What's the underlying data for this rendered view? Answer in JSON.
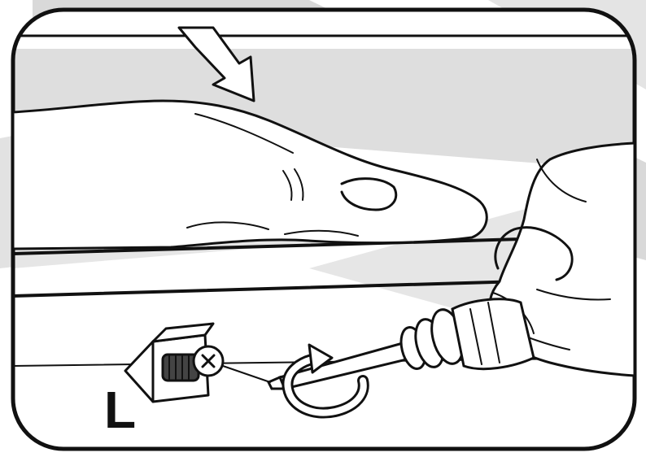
{
  "figure": {
    "part_label": "L",
    "icons": [
      "push-down-arrow",
      "rotate-clockwise-arrow",
      "screwdriver-icon",
      "cam-lock-bolt-icon",
      "hand-icon"
    ],
    "colors": {
      "ink": "#111111",
      "background": "#ffffff",
      "shade": "#dcdcdc"
    }
  }
}
